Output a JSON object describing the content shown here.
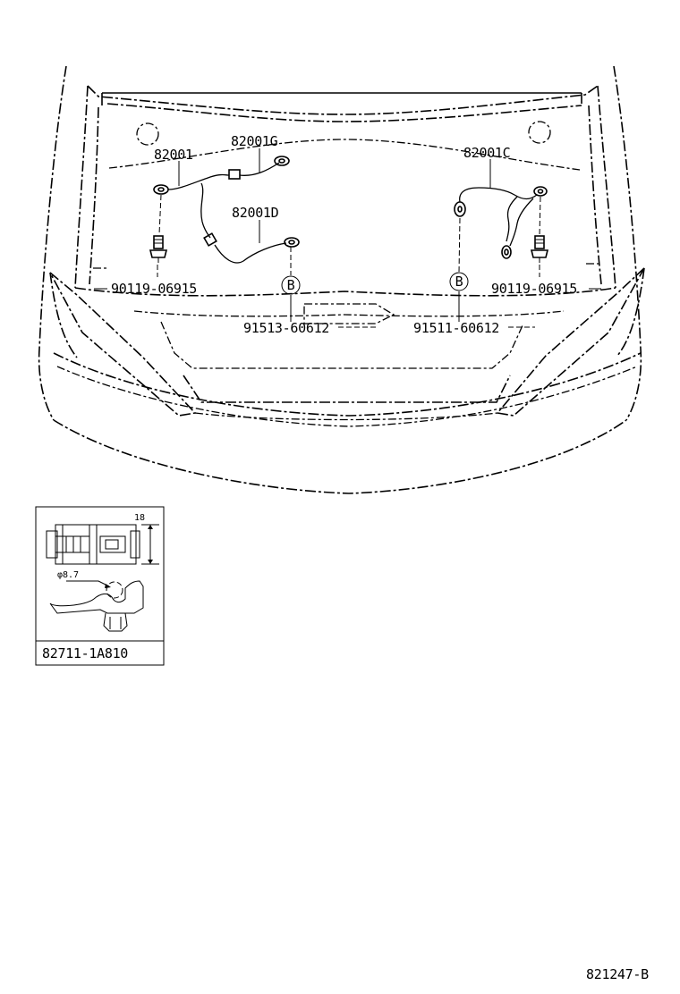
{
  "parts": {
    "p82001": "82001",
    "p82001G": "82001G",
    "p82001D": "82001D",
    "p82001C": "82001C",
    "bolt_left": "90119-06915",
    "bolt_right": "90119-06915",
    "clamp_left": "91513-60612",
    "clamp_right": "91511-60612",
    "marker_left": "B",
    "marker_right": "B"
  },
  "detail": {
    "part_no": "82711-1A810",
    "dim_height": "18",
    "dim_diameter": "φ8.7"
  },
  "figure_id": "821247-B"
}
